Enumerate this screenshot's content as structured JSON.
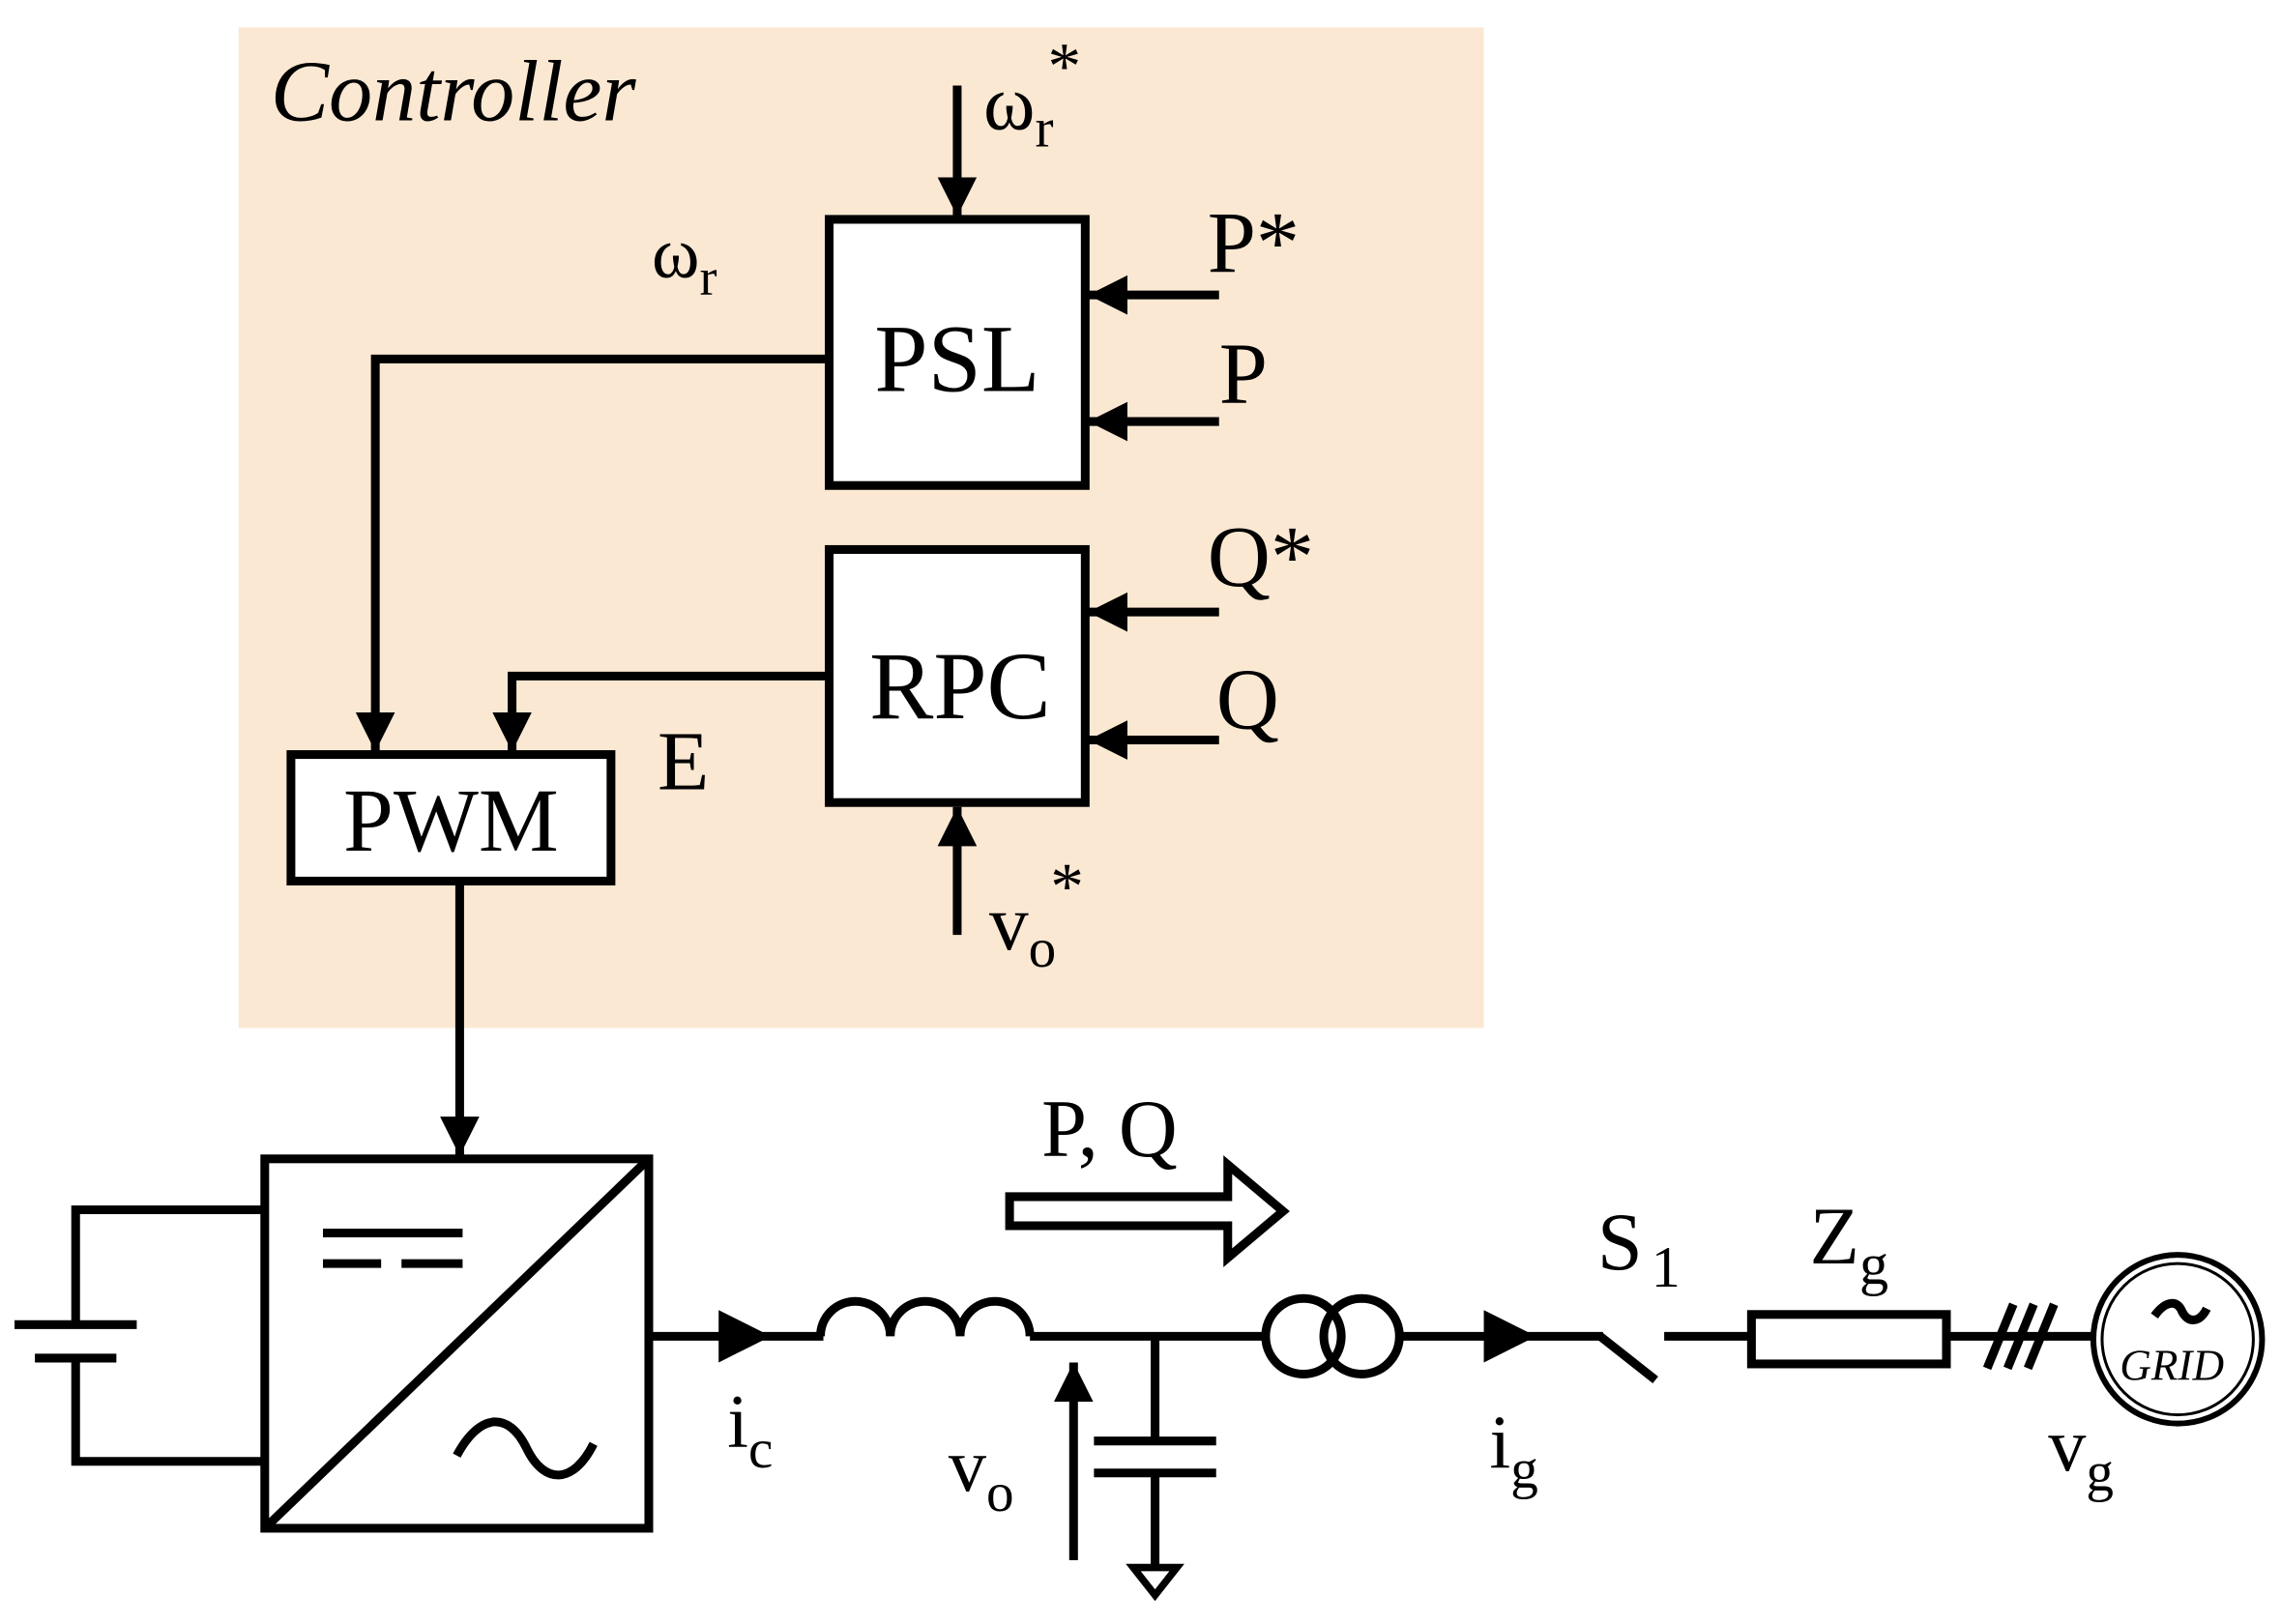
{
  "controller": {
    "title": "Controller",
    "background": "#fbe8d3"
  },
  "blocks": {
    "psl": "PSL",
    "rpc": "RPC",
    "pwm": "PWM"
  },
  "signals": {
    "omega_r_ref": {
      "base": "ω",
      "sub": "r",
      "sup": "*"
    },
    "omega_r": {
      "base": "ω",
      "sub": "r"
    },
    "p_ref": "P*",
    "p": "P",
    "q_ref": "Q*",
    "q": "Q",
    "e": "E",
    "vo_ref": {
      "base": "v",
      "sub": "o",
      "sup": "*"
    }
  },
  "power_circuit": {
    "power_flow": "P, Q",
    "ic": {
      "base": "i",
      "sub": "c"
    },
    "vo": {
      "base": "v",
      "sub": "o"
    },
    "ig": {
      "base": "i",
      "sub": "g"
    },
    "switch": {
      "base": "S",
      "sub": "1"
    },
    "zg": {
      "base": "Z",
      "sub": "g"
    },
    "vg": {
      "base": "v",
      "sub": "g"
    },
    "grid": "GRID"
  }
}
